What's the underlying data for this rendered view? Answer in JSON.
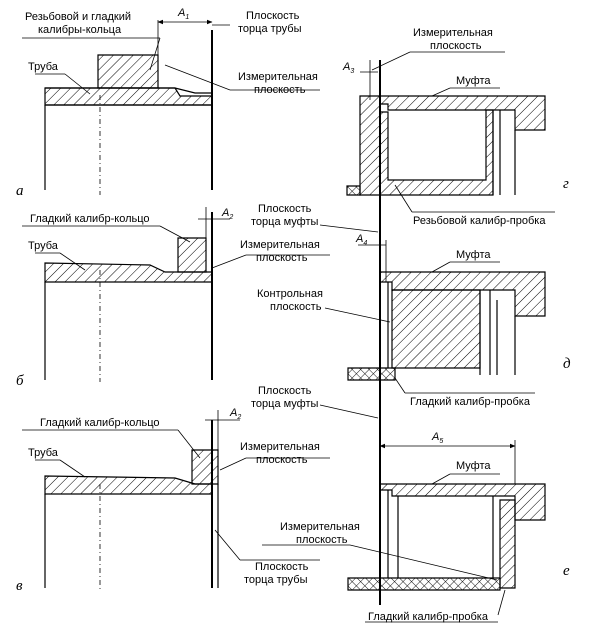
{
  "panels": {
    "a": "а",
    "b": "б",
    "v": "в",
    "g": "г",
    "d": "д",
    "e": "е"
  },
  "labels": {
    "threaded_smooth_ring_1": "Резьбовой и гладкий",
    "threaded_smooth_ring_2": "калибры-кольца",
    "pipe": "Труба",
    "pipe_end_plane_1": "Плоскость",
    "pipe_end_plane_2": "торца трубы",
    "measuring_plane_1": "Измерительная",
    "measuring_plane_2": "плоскость",
    "smooth_ring": "Гладкий калибр-кольцо",
    "coupling_end_plane_1": "Плоскость",
    "coupling_end_plane_2": "торца муфты",
    "coupling": "Муфта",
    "threaded_plug": "Резьбовой калибр-пробка",
    "control_plane_1": "Контрольная",
    "control_plane_2": "плоскость",
    "smooth_plug": "Гладкий калибр-пробка"
  },
  "dims": {
    "A": "A",
    "s1": "1",
    "s2": "2",
    "s3": "3",
    "s4": "4",
    "s5": "5"
  }
}
